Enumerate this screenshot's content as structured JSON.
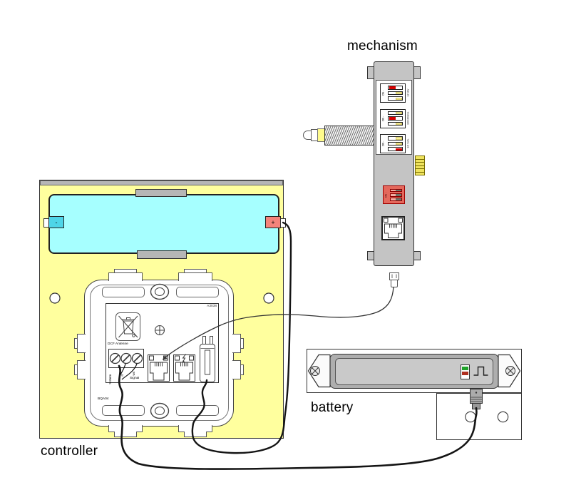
{
  "labels": {
    "mechanism": "mechanism",
    "controller": "controller",
    "battery": "battery"
  },
  "mechanism": {
    "dip_blocks": [
      {
        "on": "ON -",
        "side": "12 Uhr",
        "rows": [
          "red-left",
          "yellow-right",
          "yellow-right"
        ]
      },
      {
        "on": "ON -",
        "side": "100/200ms",
        "rows": [
          "yellow-right",
          "red-left",
          "yellow-right"
        ]
      },
      {
        "on": "ON -",
        "side": "1/2 Sch.",
        "rows": [
          "yellow-right",
          "yellow-right",
          "red-right"
        ]
      }
    ],
    "power_block": {
      "on": "ON -",
      "rows": [
        "dark-right",
        "dark-right",
        "dark-right"
      ]
    }
  },
  "controller": {
    "model_top": "A3038",
    "model_bottom": "BQA04",
    "antenna_label": "DCF Antenne",
    "terminal_labels": [
      "Schirm",
      "rt",
      "ws"
    ],
    "signal_label": "Signal",
    "minus_label": "-",
    "plus_label": "+"
  },
  "colors": {
    "panel_yellow": "#FFFF9E",
    "compartment_cyan": "#A6FFFF",
    "minus_cyan": "#4ED5E8",
    "plus_red": "#F4837B",
    "body_gray": "#C4C4C4",
    "tab_gray": "#B6B6B6",
    "holder_gray": "#AEAEAE",
    "holder_inner_gray": "#C9C9C9",
    "knob_yellow": "#FBF29B",
    "knob_red": "#D80000",
    "dip_dark": "#6E7468",
    "power_bg": "#E4685C",
    "power_row_bg": "#F6ACA2",
    "comb_yellow": "#EFE35E",
    "led_green": "#1FA32A",
    "led_red": "#B03020",
    "wire_black": "#141414"
  }
}
